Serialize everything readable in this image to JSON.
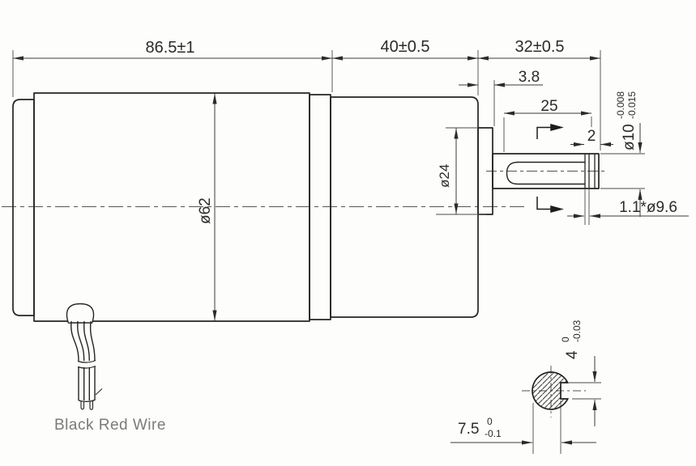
{
  "dimensions": {
    "overall_length": "86.5±1",
    "gearbox_length": "40±0.5",
    "shaft_total_length": "32±0.5",
    "boss_thickness": "3.8",
    "shaft_flat_length": "25",
    "groove_to_end": "2",
    "shaft_diameter": "ø10",
    "shaft_diameter_tol_upper": "-0.008",
    "shaft_diameter_tol_lower": "-0.015",
    "circlip_groove": "1.1*ø9.6",
    "boss_diameter": "ø24",
    "body_diameter": "ø62",
    "flat_width": "7.5",
    "flat_width_tol_upper": "0",
    "flat_width_tol_lower": "-0.1",
    "flat_height": "4",
    "flat_height_tol_upper": "0",
    "flat_height_tol_lower": "-0.03"
  },
  "labels": {
    "wire": "Black Red Wire"
  },
  "colors": {
    "line": "#2b2b2b",
    "wire_label": "#7b7b7b",
    "background": "#fdfdfb"
  }
}
